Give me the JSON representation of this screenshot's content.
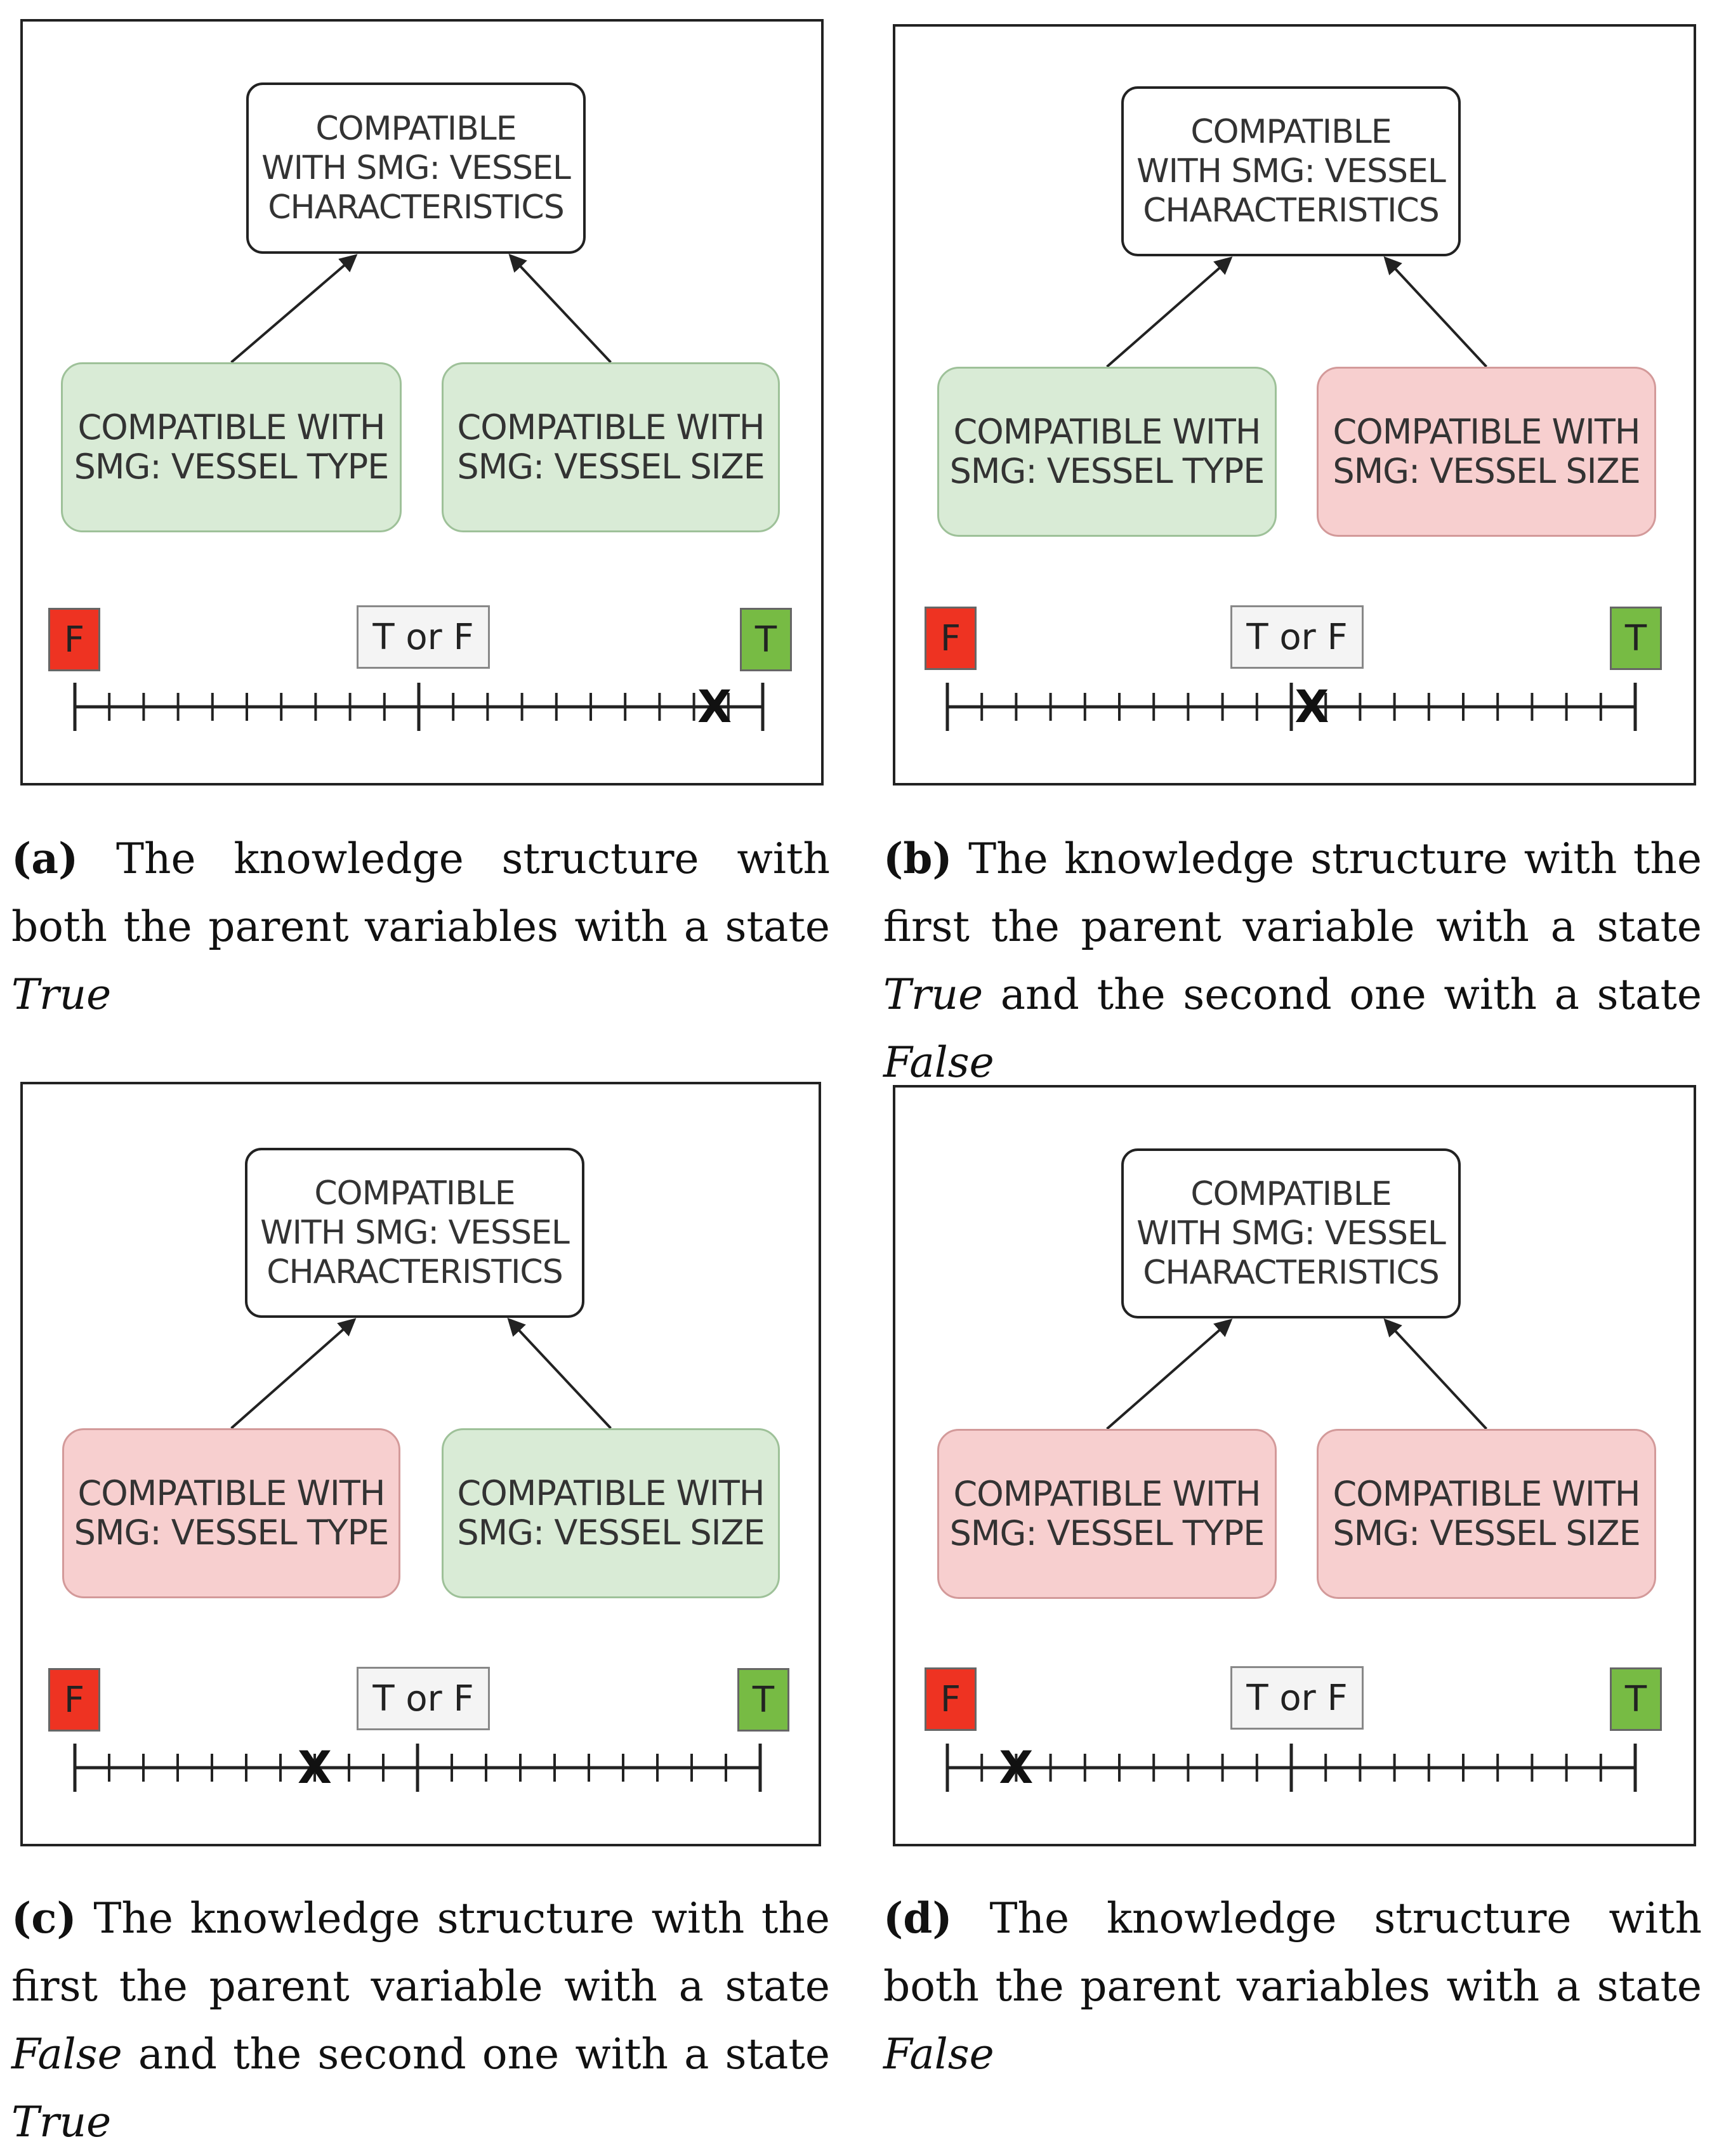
{
  "panels": [
    {
      "id": "a",
      "parent_label": "COMPATIBLE\nWITH SMG: VESSEL\nCHARACTERISTICS",
      "children": [
        {
          "label": "COMPATIBLE WITH\nSMG: VESSEL TYPE",
          "state": "True",
          "color": "#d9ebd6"
        },
        {
          "label": "COMPATIBLE WITH\nSMG: VESSEL SIZE",
          "state": "True",
          "color": "#d9ebd6"
        }
      ],
      "scale": {
        "left_label": "F",
        "middle_label": "T or F",
        "right_label": "T",
        "ticks": 20,
        "marker": "X",
        "marker_position": 0.93
      },
      "caption": {
        "tag": "(a)",
        "parts": [
          {
            "text": " The knowledge structure with both the parent variables with a state ",
            "italic": false
          },
          {
            "text": "True",
            "italic": true
          }
        ]
      }
    },
    {
      "id": "b",
      "parent_label": "COMPATIBLE\nWITH SMG: VESSEL\nCHARACTERISTICS",
      "children": [
        {
          "label": "COMPATIBLE WITH\nSMG: VESSEL TYPE",
          "state": "True",
          "color": "#d9ebd6"
        },
        {
          "label": "COMPATIBLE WITH\nSMG: VESSEL SIZE",
          "state": "False",
          "color": "#f7cfcf"
        }
      ],
      "scale": {
        "left_label": "F",
        "middle_label": "T or F",
        "right_label": "T",
        "ticks": 20,
        "marker": "X",
        "marker_position": 0.53
      },
      "caption": {
        "tag": "(b)",
        "parts": [
          {
            "text": " The knowledge structure with the first the parent variable with a state ",
            "italic": false
          },
          {
            "text": "True",
            "italic": true
          },
          {
            "text": " and the second one with a state ",
            "italic": false
          },
          {
            "text": "False",
            "italic": true
          }
        ]
      }
    },
    {
      "id": "c",
      "parent_label": "COMPATIBLE\nWITH SMG: VESSEL\nCHARACTERISTICS",
      "children": [
        {
          "label": "COMPATIBLE WITH\nSMG: VESSEL TYPE",
          "state": "False",
          "color": "#f7cfcf"
        },
        {
          "label": "COMPATIBLE WITH\nSMG: VESSEL SIZE",
          "state": "True",
          "color": "#d9ebd6"
        }
      ],
      "scale": {
        "left_label": "F",
        "middle_label": "T or F",
        "right_label": "T",
        "ticks": 20,
        "marker": "X",
        "marker_position": 0.35
      },
      "caption": {
        "tag": "(c)",
        "parts": [
          {
            "text": " The knowledge structure with the first the parent variable with a state ",
            "italic": false
          },
          {
            "text": "False",
            "italic": true
          },
          {
            "text": " and the second one with a state ",
            "italic": false
          },
          {
            "text": "True",
            "italic": true
          }
        ]
      }
    },
    {
      "id": "d",
      "parent_label": "COMPATIBLE\nWITH SMG: VESSEL\nCHARACTERISTICS",
      "children": [
        {
          "label": "COMPATIBLE WITH\nSMG: VESSEL TYPE",
          "state": "False",
          "color": "#f7cfcf"
        },
        {
          "label": "COMPATIBLE WITH\nSMG: VESSEL SIZE",
          "state": "False",
          "color": "#f7cfcf"
        }
      ],
      "scale": {
        "left_label": "F",
        "middle_label": "T or F",
        "right_label": "T",
        "ticks": 20,
        "marker": "X",
        "marker_position": 0.1
      },
      "caption": {
        "tag": "(d)",
        "parts": [
          {
            "text": " The knowledge structure with both the parent variables with a state ",
            "italic": false
          },
          {
            "text": "False",
            "italic": true
          }
        ]
      }
    }
  ]
}
